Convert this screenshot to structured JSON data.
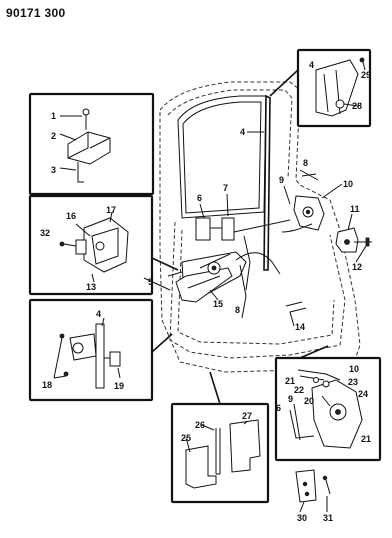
{
  "document": {
    "id": "90171 300"
  },
  "callouts": [
    "1",
    "2",
    "3",
    "4",
    "5",
    "6",
    "7",
    "8",
    "9",
    "10",
    "11",
    "12",
    "13",
    "14",
    "15",
    "16",
    "17",
    "18",
    "19",
    "20",
    "21",
    "22",
    "23",
    "24",
    "25",
    "26",
    "27",
    "28",
    "29",
    "30",
    "31",
    "32"
  ],
  "label_4_repeat": "4",
  "label_6_repeat": "6",
  "label_8_repeat": "8",
  "label_9_repeat": "9",
  "label_10_repeat": "10",
  "label_21_repeat": "21"
}
